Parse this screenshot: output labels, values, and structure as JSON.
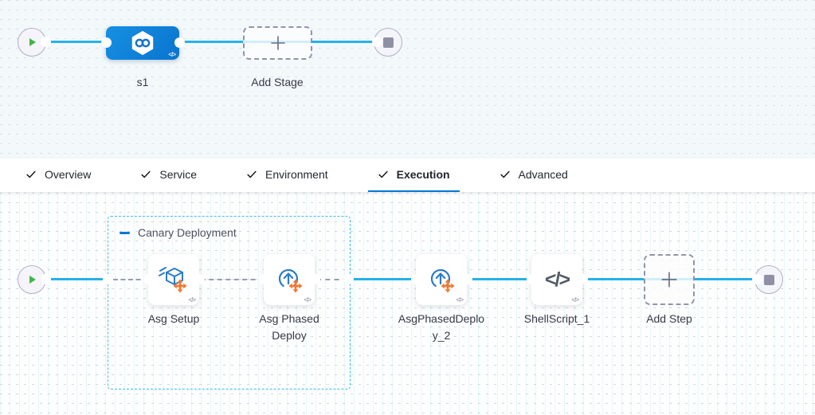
{
  "stage_pipeline": {
    "stage": {
      "label": "s1"
    },
    "add_stage": {
      "label": "Add Stage"
    }
  },
  "tabs": [
    {
      "label": "Overview",
      "checked": true,
      "active": false
    },
    {
      "label": "Service",
      "checked": true,
      "active": false
    },
    {
      "label": "Environment",
      "checked": true,
      "active": false
    },
    {
      "label": "Execution",
      "checked": true,
      "active": true
    },
    {
      "label": "Advanced",
      "checked": true,
      "active": false
    }
  ],
  "execution": {
    "group_label": "Canary Deployment",
    "steps": [
      {
        "label": "Asg Setup"
      },
      {
        "label": "Asg Phased Deploy"
      },
      {
        "label": "AsgPhasedDeploy_2"
      },
      {
        "label": "ShellScript_1"
      }
    ],
    "add_step": {
      "label": "Add Step"
    }
  },
  "icons": {
    "stage": "cd-infinity-hexagon-icon",
    "asg_setup": "cube-launch-icon",
    "asg_phased_deploy": "circular-up-arrow-icon",
    "shell_script": "code-icon",
    "add": "plus-icon",
    "tab_check": "checkmark-icon",
    "group_collapse": "minus-icon",
    "start": "play-icon",
    "end": "stop-square-icon"
  },
  "colors": {
    "connector_cyan": "#25b2e8",
    "accent_blue": "#0278d5",
    "stage_blue": "#0b82d6",
    "propagate_orange": "#f4772e",
    "play_green": "#42b44a",
    "dashed_gray": "#9b9cb1"
  },
  "shell_glyph": "</>"
}
